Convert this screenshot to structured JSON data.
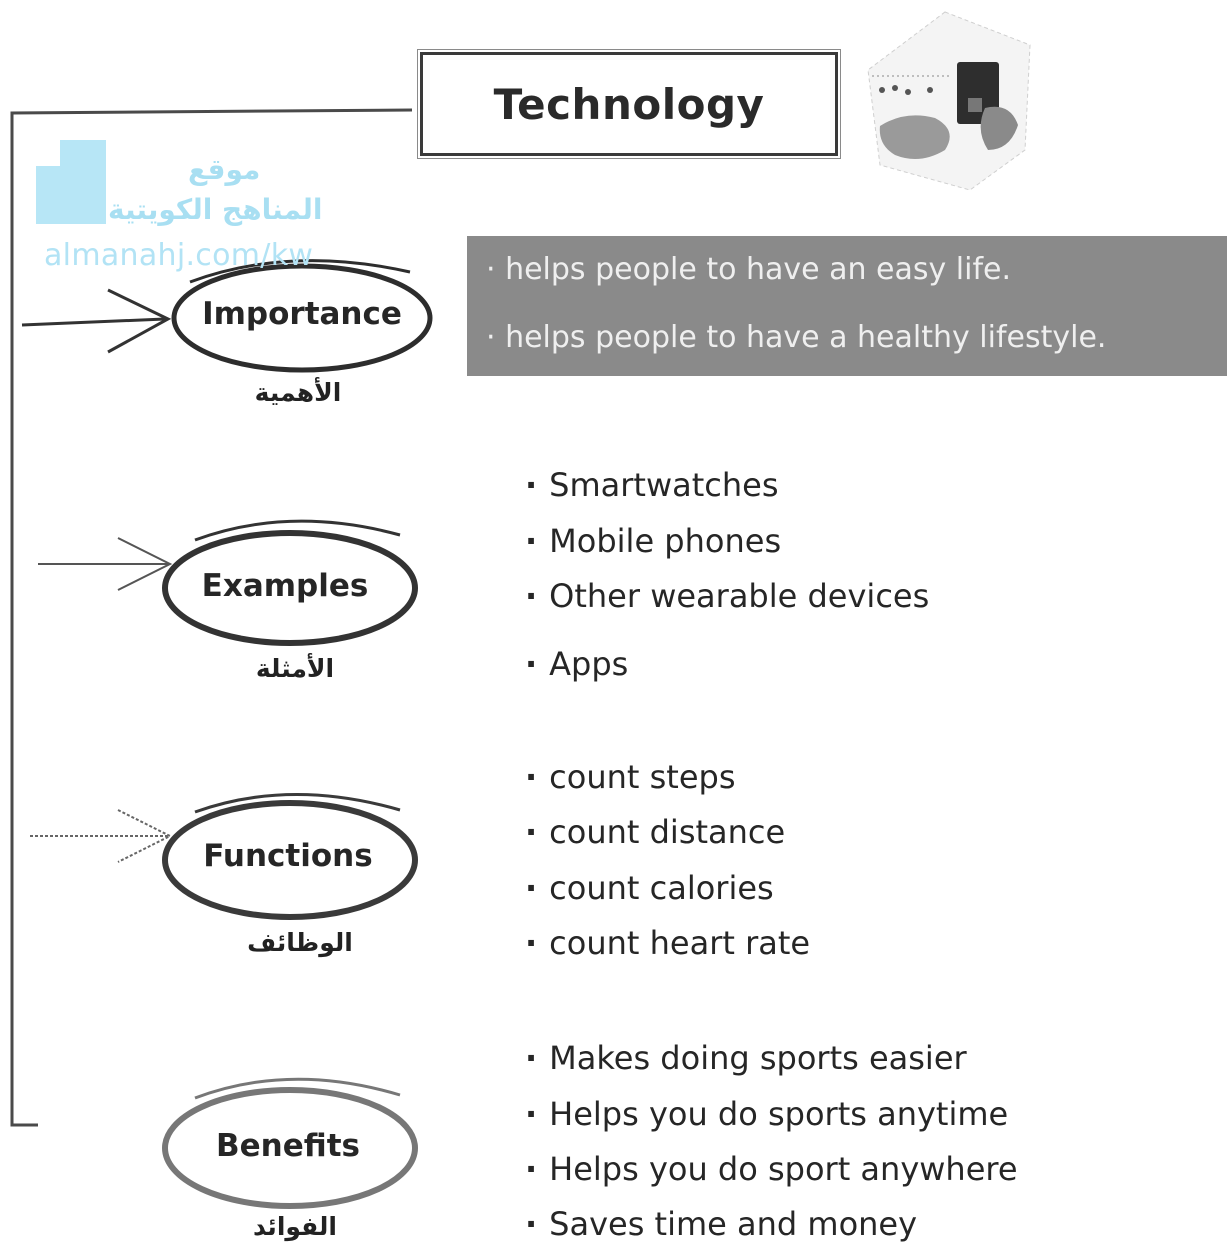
{
  "title": "Technology",
  "watermark": {
    "line1": "موقع",
    "line2": "المناهج الكويتية",
    "url": "almanahj.com/kw"
  },
  "sections": [
    {
      "label": "Importance",
      "arabic": "الأهمية",
      "items": [
        "helps people to have an easy life.",
        "helps people to have a healthy lifestyle."
      ]
    },
    {
      "label": "Examples",
      "arabic": "الأمثلة",
      "items": [
        "Smartwatches",
        "Mobile phones",
        "Other wearable devices",
        "Apps"
      ]
    },
    {
      "label": "Functions",
      "arabic": "الوظائف",
      "items": [
        "count steps",
        "count distance",
        "count calories",
        "count heart rate"
      ]
    },
    {
      "label": "Benefits",
      "arabic": "الفوائد",
      "items": [
        "Makes doing sports easier",
        "Helps you do sports anytime",
        "Helps you do sport anywhere",
        "Saves time and money"
      ]
    }
  ],
  "colors": {
    "ink": "#262626",
    "banner": "#8a8a8a",
    "watermark": "#a8dff2"
  }
}
